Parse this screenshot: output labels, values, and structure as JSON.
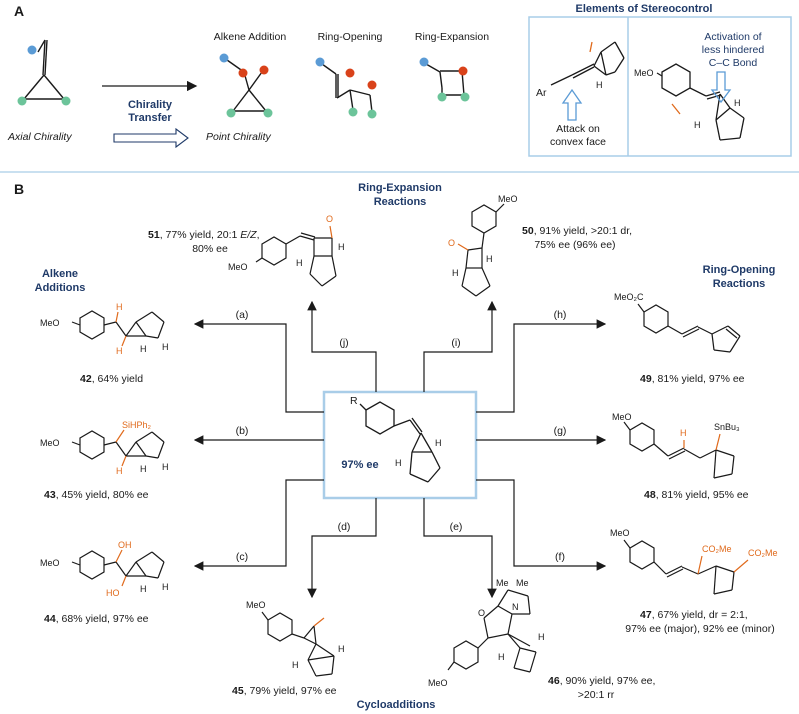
{
  "panelA": {
    "letter": "A",
    "axial": "Axial Chirality",
    "point": "Point Chirality",
    "chirality": "Chirality",
    "transfer": "Transfer",
    "alkene_addition": "Alkene Addition",
    "ring_opening": "Ring-Opening",
    "ring_expansion": "Ring-Expansion",
    "stereo_title": "Elements of Stereocontrol",
    "attack": "Attack on",
    "convex": "convex face",
    "activation": "Activation of",
    "less_hindered": "less hindered",
    "cc_bond": "C–C Bond",
    "ar": "Ar",
    "meo": "MeO",
    "h": "H"
  },
  "panelB": {
    "letter": "B",
    "center": {
      "r": "R",
      "ee": "97% ee",
      "h": "H"
    },
    "headers": {
      "alkene_1": "Alkene",
      "alkene_2": "Additions",
      "ring_exp_1": "Ring-Expansion",
      "ring_exp_2": "Reactions",
      "ring_open_1": "Ring-Opening",
      "ring_open_2": "Reactions",
      "cyclo": "Cycloadditions"
    },
    "conditions": [
      "(a)",
      "(b)",
      "(c)",
      "(d)",
      "(e)",
      "(f)",
      "(g)",
      "(h)",
      "(i)",
      "(j)"
    ],
    "products": {
      "p42": {
        "num": "42",
        "text": ", 64% yield"
      },
      "p43": {
        "num": "43",
        "text": ", 45% yield, 80% ee"
      },
      "p44": {
        "num": "44",
        "text": ", 68% yield, 97% ee"
      },
      "p45": {
        "num": "45",
        "text": ", 79% yield, 97% ee"
      },
      "p46": {
        "num": "46",
        "text1": ", 90% yield, 97% ee,",
        "text2": ">20:1 rr"
      },
      "p47": {
        "num": "47",
        "text1": ", 67% yield, dr = 2:1,",
        "text2": "97% ee (major), 92% ee (minor)"
      },
      "p48": {
        "num": "48",
        "text": ", 81% yield, 95% ee"
      },
      "p49": {
        "num": "49",
        "text": ", 81% yield, 97% ee"
      },
      "p50": {
        "num": "50",
        "text1": ", 91% yield, >20:1 dr,",
        "text2": "75% ee (96% ee)"
      },
      "p51": {
        "num": "51",
        "text1": ", 77% yield, 20:1 ",
        "ez": "E/Z",
        "text1b": ",",
        "text2": "80% ee"
      }
    },
    "labels": {
      "meo": "MeO",
      "meo2c": "MeO₂C",
      "h": "H",
      "o": "O",
      "oh": "OH",
      "ho": "HO",
      "n": "N",
      "me": "Me",
      "co2me": "CO₂Me",
      "sihph2": "SiHPh₂",
      "snbu3": "SnBu₃"
    }
  },
  "colors": {
    "navy": "#1f3a68",
    "orange": "#e06a1c",
    "box_blue": "#a9cde8",
    "atom_blue": "#5b9bd5",
    "atom_red": "#d9421a",
    "atom_green": "#6cc49a"
  }
}
